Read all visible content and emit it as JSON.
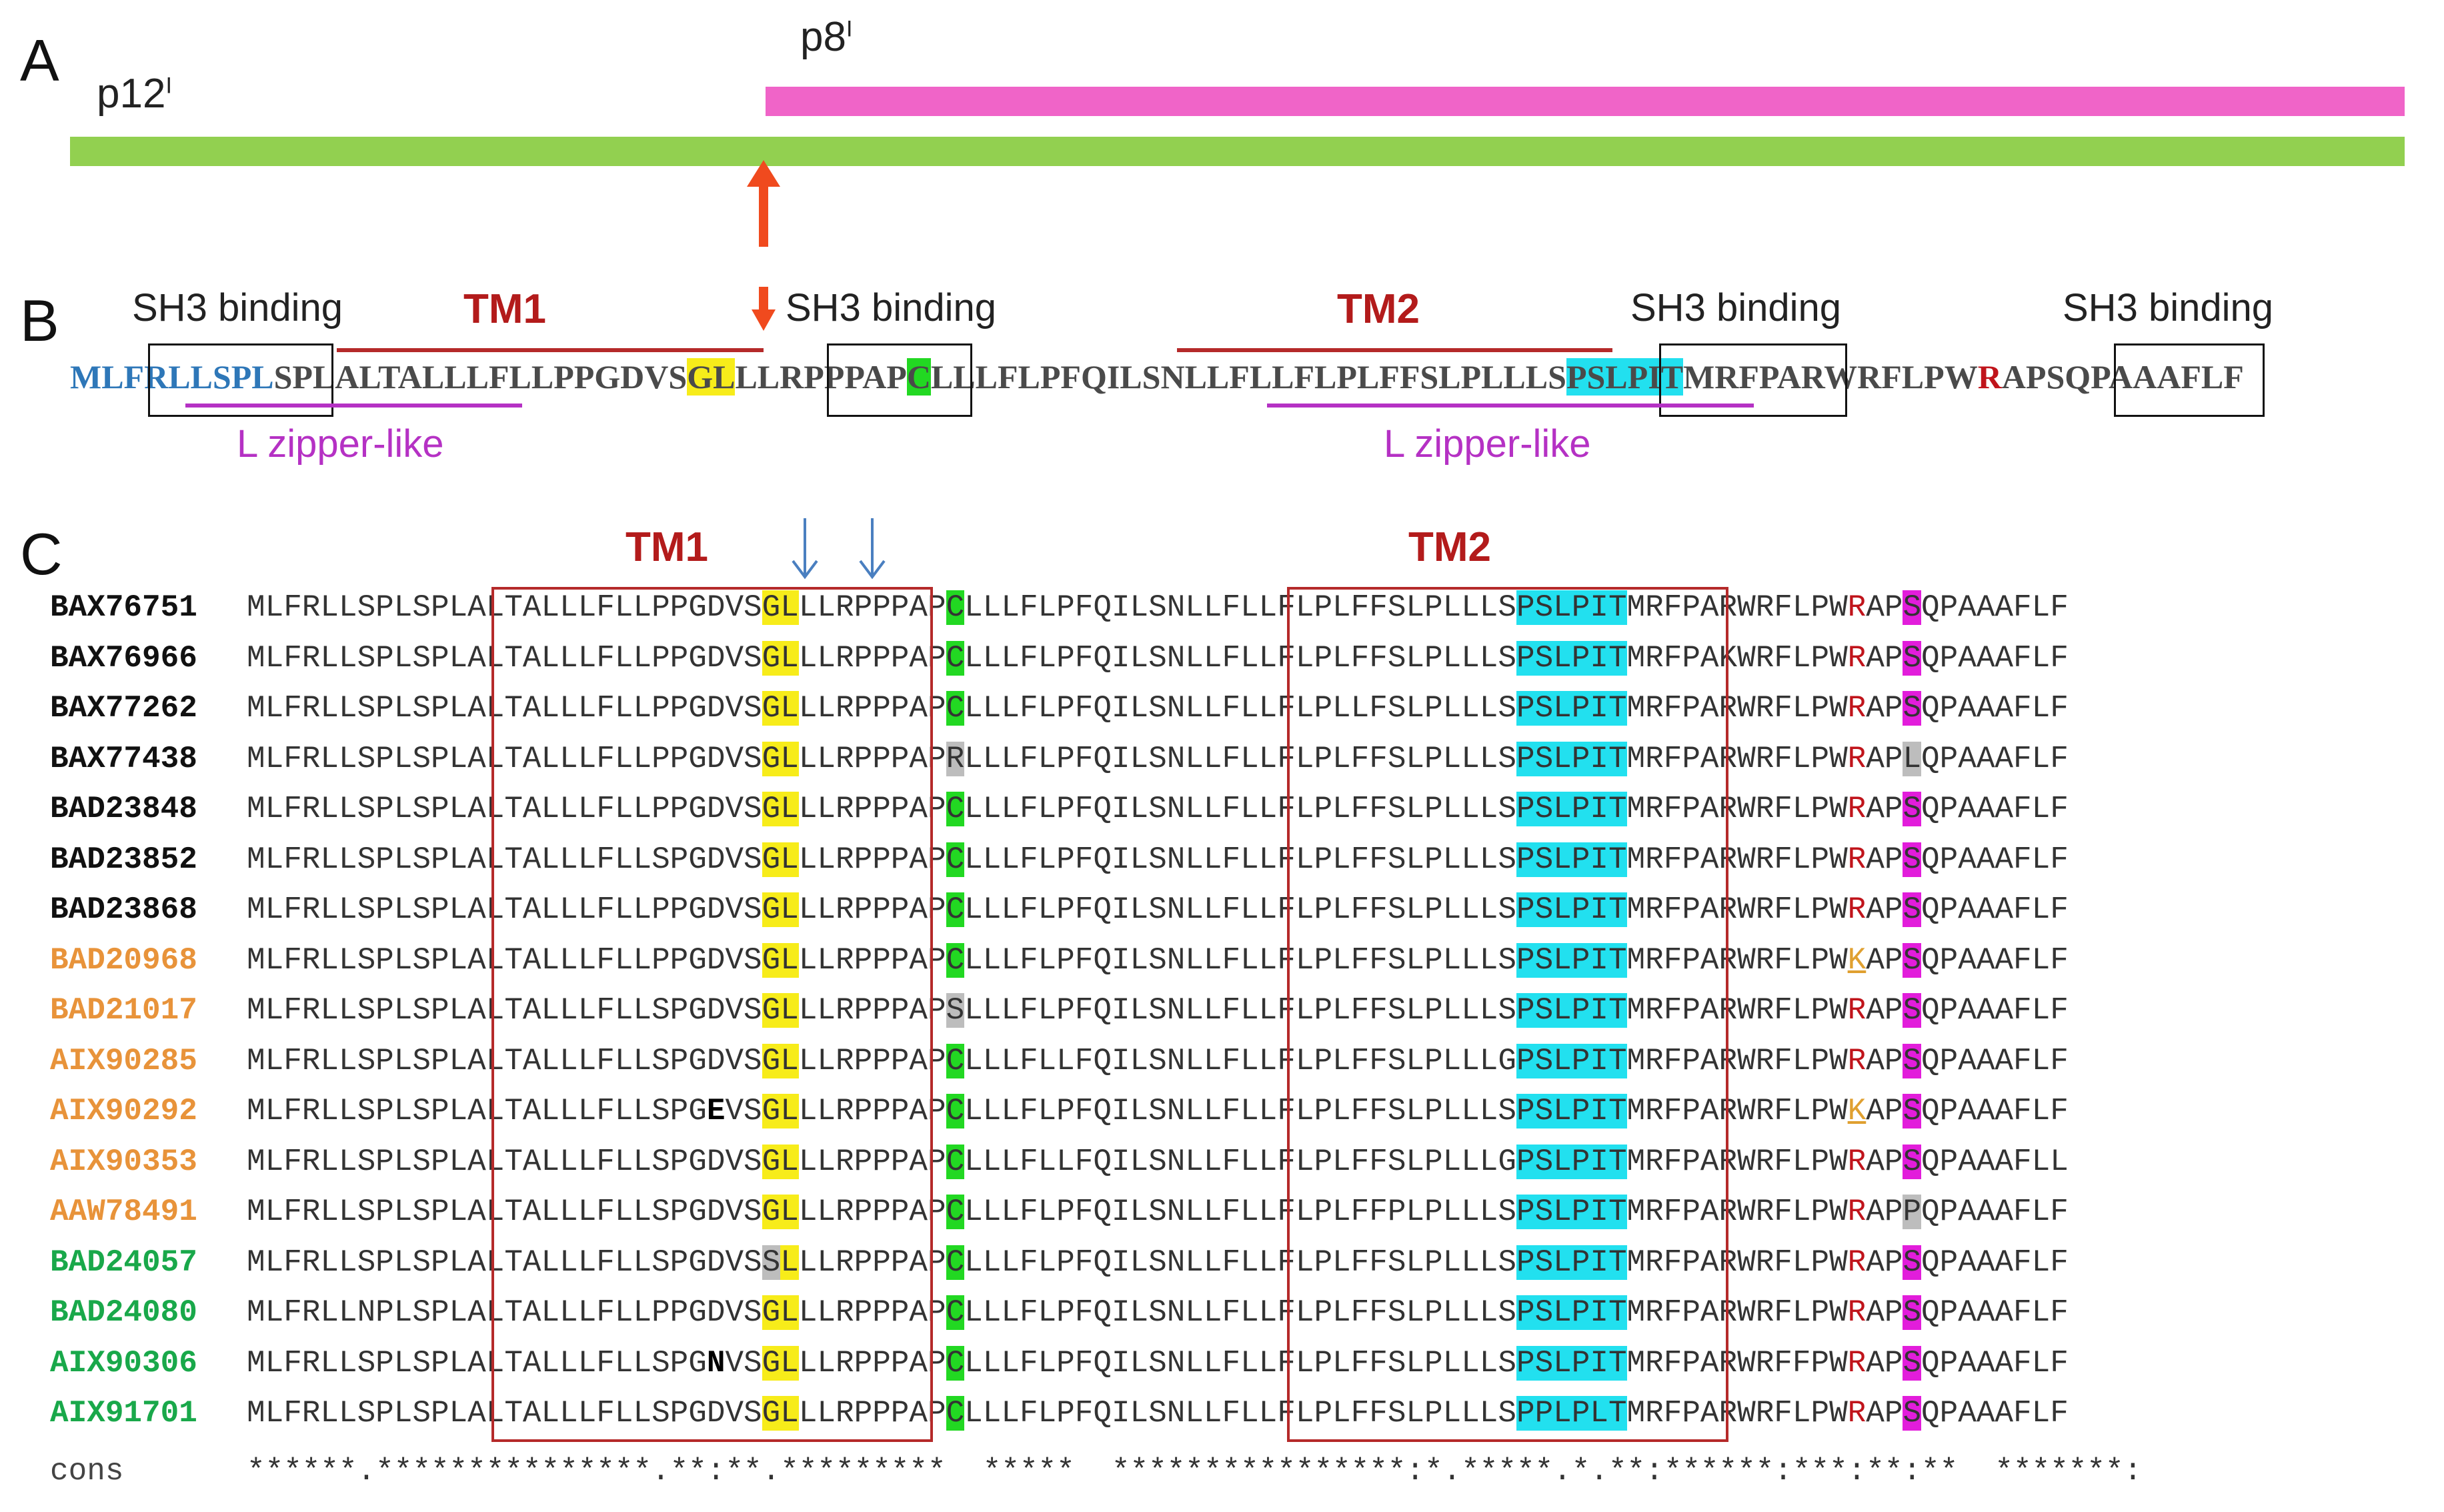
{
  "panels": {
    "a": "A",
    "b": "B",
    "c": "C"
  },
  "panelA": {
    "p12_label": "p12",
    "p12_sup": "I",
    "p8_label": "p8",
    "p8_sup": "I",
    "colors": {
      "p12_bar": "#92d050",
      "p8_bar": "#f064c8",
      "arrow": "#f04a1e"
    }
  },
  "panelB": {
    "sh3_label": "SH3 binding",
    "tm1_label": "TM1",
    "tm2_label": "TM2",
    "lzipper_label": "L zipper-like",
    "sequence_segments": [
      {
        "t": "MLFRLLSPL",
        "s": "blue"
      },
      {
        "t": "SPLALTALLLFLLPPGDVS",
        "s": ""
      },
      {
        "t": "GL",
        "s": "hl-yellow"
      },
      {
        "t": "LLRPPPAP",
        "s": ""
      },
      {
        "t": "C",
        "s": "hl-green"
      },
      {
        "t": "LLLFLPFQILSNLLFLLFLPLFFSLPLLLS",
        "s": ""
      },
      {
        "t": "PSLPIT",
        "s": "hl-cyan"
      },
      {
        "t": "MRFPARWRFLPW",
        "s": ""
      },
      {
        "t": "R",
        "s": "red"
      },
      {
        "t": "APSQPAAAFLF",
        "s": ""
      }
    ]
  },
  "panelC": {
    "tm1_label": "TM1",
    "tm2_label": "TM2",
    "cons_label": "cons",
    "consensus": "******.***************.**:**.*********  *****  ****************:*.*****.*.**:******:***:**:**  *******:",
    "rows": [
      {
        "acc": "BAX76751",
        "group": "black",
        "seq": "MLFRLLSPLSPLALTALLLFLLPPGDVSGLLLRPPPAPCLLLFLPFQILSNLLFLLFLPLFFSLPLLLSPSLPITMRFPARWRFLPWRAPSQPAAAFLF"
      },
      {
        "acc": "BAX76966",
        "group": "black",
        "seq": "MLFRLLSPLSPLALTALLLFLLPPGDVSGLLLRPPPAPCLLLFLPFQILSNLLFLLFLPLFFSLPLLLSPSLPITMRFPAKWRFLPWRAPSQPAAAFLF"
      },
      {
        "acc": "BAX77262",
        "group": "black",
        "seq": "MLFRLLSPLSPLALTALLLFLLPPGDVSGLLLRPPPAPCLLLFLPFQILSNLLFLLFLPLLFSLPLLLSPSLPITMRFPARWRFLPWRAPSQPAAAFLF"
      },
      {
        "acc": "BAX77438",
        "group": "black",
        "seq": "MLFRLLSPLSPLALTALLLFLLPPGDVSGLLLRPPPAPRLLLFLPFQILSNLLFLLFLPLFFSLPLLLSPSLPITMRFPARWRFLPWRAPLQPAAAFLF"
      },
      {
        "acc": "BAD23848",
        "group": "black",
        "seq": "MLFRLLSPLSPLALTALLLFLLPPGDVSGLLLRPPPAPCLLLFLPFQILSNLLFLLFLPLFFSLPLLLSPSLPITMRFPARWRFLPWRAPSQPAAAFLF"
      },
      {
        "acc": "BAD23852",
        "group": "black",
        "seq": "MLFRLLSPLSPLALTALLLFLLSPGDVSGLLLRPPPAPCLLLFLPFQILSNLLFLLFLPLFFSLPLLLSPSLPITMRFPARWRFLPWRAPSQPAAAFLF"
      },
      {
        "acc": "BAD23868",
        "group": "black",
        "seq": "MLFRLLSPLSPLALTALLLFLLPPGDVSGLLLRPPPAPCLLLFLPFQILSNLLFLLFLPLFFSLPLLLSPSLPITMRFPARWRFLPWRAPSQPAAAFLF"
      },
      {
        "acc": "BAD20968",
        "group": "orange",
        "seq": "MLFRLLSPLSPLALTALLLFLLPPGDVSGLLLRPPPAPCLLLFLPFQILSNLLFLLFLPLFFSLPLLLSPSLPITMRFPARWRFLPWKAPSQPAAAFLF"
      },
      {
        "acc": "BAD21017",
        "group": "orange",
        "seq": "MLFRLLSPLSPLALTALLLFLLSPGDVSGLLLRPPPAPSLLLFLPFQILSNLLFLLFLPLFFSLPLLLSPSLPITMRFPARWRFLPWRAPSQPAAAFLF"
      },
      {
        "acc": "AIX90285",
        "group": "orange",
        "seq": "MLFRLLSPLSPLALTALLLFLLSPGDVSGLLLRPPPAPCLLLFLLFQILSNLLFLLFLPLFFSLPLLLGPSLPITMRFPARWRFLPWRAPSQPAAAFLF"
      },
      {
        "acc": "AIX90292",
        "group": "orange",
        "seq": "MLFRLLSPLSPLALTALLLFLLSPGEVSGLLLRPPPAPCLLLFLPFQILSNLLFLLFLPLFFSLPLLLSPSLPITMRFPARWRFLPWKAPSQPAAAFLF"
      },
      {
        "acc": "AIX90353",
        "group": "orange",
        "seq": "MLFRLLSPLSPLALTALLLFLLSPGDVSGLLLRPPPAPCLLLFLLFQILSNLLFLLFLPLFFSLPLLLGPSLPITMRFPARWRFLPWRAPSQPAAAFLL"
      },
      {
        "acc": "AAW78491",
        "group": "orange",
        "seq": "MLFRLLSPLSPLALTALLLFLLSPGDVSGLLLRPPPAPCLLLFLPFQILSNLLFLLFLPLFFPLPLLLSPSLPITMRFPARWRFLPWRAPPQPAAAFLF"
      },
      {
        "acc": "BAD24057",
        "group": "green",
        "seq": "MLFRLLSPLSPLALTALLLFLLSPGDVSSLLLRPPPAPCLLLFLPFQILSNLLFLLFLPLFFSLPLLLSPSLPITMRFPARWRFLPWRAPSQPAAAFLF"
      },
      {
        "acc": "BAD24080",
        "group": "green",
        "seq": "MLFRLLNPLSPLALTALLLFLLPPGDVSGLLLRPPPAPCLLLFLPFQILSNLLFLLFLPLFFSLPLLLSPSLPITMRFPARWRFLPWRAPSQPAAAFLF"
      },
      {
        "acc": "AIX90306",
        "group": "green",
        "seq": "MLFRLLSPLSPLALTALLLFLLSPGNVSGLLLRPPPAPCLLLFLPFQILSNLLFLLFLPLFFSLPLLLSPSLPITMRFPARWRFFPWRAPSQPAAAFLF"
      },
      {
        "acc": "AIX91701",
        "group": "green",
        "seq": "MLFRLLSPLSPLALTALLLFLLSPGDVSGLLLRPPPAPCLLLFLPFQILSNLLFLLFLPLFFSLPLLLSPPLPLTMRFPARWRFLPWRAPSQPAAAFLF"
      }
    ]
  }
}
